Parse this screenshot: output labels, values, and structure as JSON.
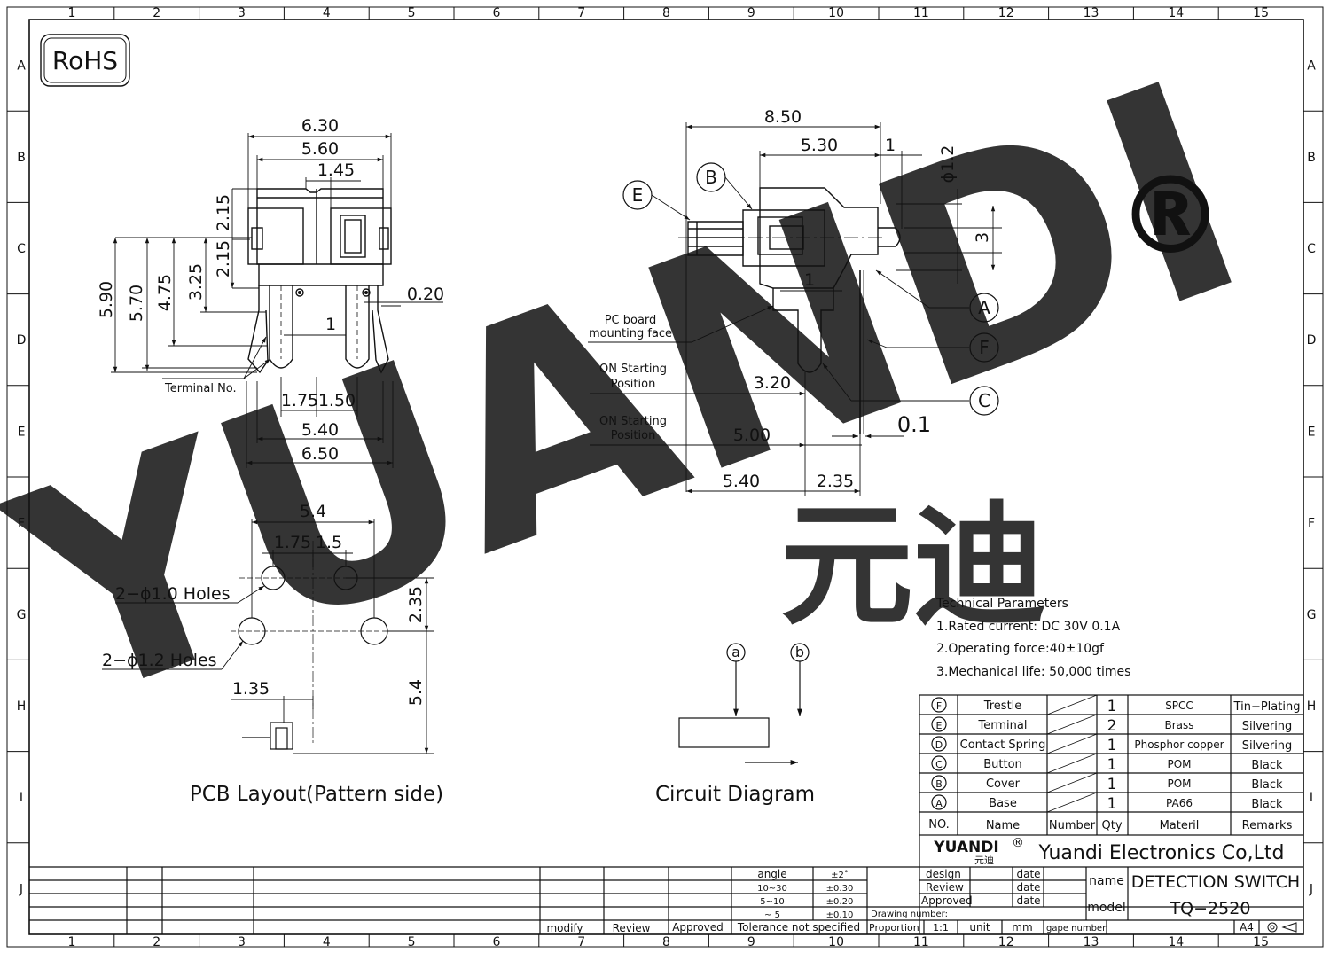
{
  "border": {
    "columns": [
      "1",
      "2",
      "3",
      "4",
      "5",
      "6",
      "7",
      "8",
      "9",
      "10",
      "11",
      "12",
      "13",
      "14",
      "15"
    ],
    "rows": [
      "A",
      "B",
      "C",
      "D",
      "E",
      "F",
      "G",
      "H",
      "I",
      "J"
    ]
  },
  "rohs": "RoHS",
  "watermark": {
    "latin": "YUANDI",
    "cjk": "元迪",
    "registered": "®"
  },
  "front_view": {
    "dims": {
      "w630": "6.30",
      "w560": "5.60",
      "w145": "1.45",
      "h215a": "2.15",
      "h215b": "2.15",
      "h325": "3.25",
      "h475": "4.75",
      "h570": "5.70",
      "h590": "5.90",
      "d020": "0.20",
      "one": "1",
      "w175": "1.75",
      "w150": "1.50",
      "w540": "5.40",
      "w650": "6.50"
    },
    "terminal_label": "Terminal No."
  },
  "side_view": {
    "dims": {
      "w850": "8.50",
      "w530": "5.30",
      "one_top": "1",
      "phi12": "ϕ1.2",
      "h3": "3",
      "one_mid": "1",
      "d320": "3.20",
      "d500": "5.00",
      "d01": "0.1",
      "d540": "5.40",
      "d235": "2.35"
    },
    "labels": {
      "pc_board_1": "PC board",
      "pc_board_2": "mounting face",
      "on_start_1a": "ON Starting",
      "on_start_1b": "Position",
      "on_start_2a": "ON Starting",
      "on_start_2b": "Position"
    },
    "callouts": [
      "A",
      "B",
      "C",
      "E",
      "F"
    ]
  },
  "pcb_layout": {
    "dims": {
      "w54": "5.4",
      "w175": "1.75",
      "w15": "1.5",
      "h235": "2.35",
      "h54": "5.4",
      "w135": "1.35"
    },
    "holes_small": "2−ϕ1.0  Holes",
    "holes_large": "2−ϕ1.2  Holes",
    "title": "PCB  Layout(Pattern  side)"
  },
  "circuit": {
    "terminal_a": "a",
    "terminal_b": "b",
    "title": "Circuit  Diagram"
  },
  "tech_params": {
    "heading": "Technical  Parameters",
    "lines": [
      "1.Rated  current:  DC  30V  0.1A",
      "2.Operating  force:40±10gf",
      "3.Mechanical  life:  50,000  times"
    ]
  },
  "parts_table": {
    "rows": [
      {
        "mark": "F",
        "name": "Trestle",
        "qty": "1",
        "material": "SPCC",
        "remarks": "Tin−Plating"
      },
      {
        "mark": "E",
        "name": "Terminal",
        "qty": "2",
        "material": "Brass",
        "remarks": "Silvering"
      },
      {
        "mark": "D",
        "name": "Contact Spring",
        "qty": "1",
        "material": "Phosphor copper",
        "remarks": "Silvering"
      },
      {
        "mark": "C",
        "name": "Button",
        "qty": "1",
        "material": "POM",
        "remarks": "Black"
      },
      {
        "mark": "B",
        "name": "Cover",
        "qty": "1",
        "material": "POM",
        "remarks": "Black"
      },
      {
        "mark": "A",
        "name": "Base",
        "qty": "1",
        "material": "PA66",
        "remarks": "Black"
      }
    ],
    "header": {
      "no": "NO.",
      "name": "Name",
      "number": "Number",
      "qty": "Qty",
      "material": "Materil",
      "remarks": "Remarks"
    }
  },
  "title_block": {
    "logo": "YUANDI",
    "logo_cjk": "元迪",
    "logo_reg": "®",
    "company": "Yuandi  Electronics  Co,Ltd",
    "design": "design",
    "review": "Review",
    "approved": "Approved",
    "date1": "date",
    "date2": "date",
    "date3": "date",
    "drawing_number": "Drawing  number:",
    "proportion": "Proportion",
    "scale": "1:1",
    "unit": "unit",
    "unit_value": "mm",
    "gape_number": "gape  number",
    "name_label": "name",
    "name_value": "DETECTION  SWITCH",
    "model_label": "model",
    "model_value": "TQ−2520",
    "paper": "A4"
  },
  "revision_block": {
    "modify": "modify",
    "review": "Review",
    "approved": "Approved",
    "tolerance": "Tolerance  not  specified",
    "angle": "angle",
    "angle_tol": "±2˚",
    "r1": "10~30",
    "r1_tol": "±0.30",
    "r2": "5~10",
    "r2_tol": "±0.20",
    "r3": "~ 5",
    "r3_tol": "±0.10"
  },
  "colors": {
    "line": "#111111",
    "watermark_blue": "#d6e8f5",
    "watermark_green": "#cfe9c8"
  }
}
